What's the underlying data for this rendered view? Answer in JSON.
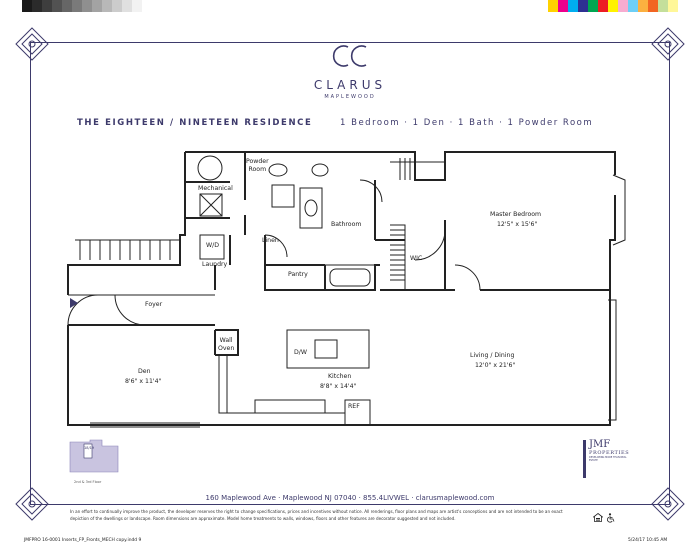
{
  "color_bars": {
    "gray": [
      "#1a1a1a",
      "#2b2b2b",
      "#3e3e3e",
      "#525252",
      "#666666",
      "#7a7a7a",
      "#8f8f8f",
      "#a3a3a3",
      "#b8b8b8",
      "#cccccc",
      "#e0e0e0",
      "#f2f2f2"
    ],
    "color": [
      "#ffd200",
      "#ec008c",
      "#00aeef",
      "#2e3192",
      "#00a651",
      "#ed1c24",
      "#fff200",
      "#f7acd0",
      "#6dcff6",
      "#fbb040",
      "#f26522",
      "#c4df9b",
      "#fff799"
    ]
  },
  "brand": {
    "name": "CLARUS",
    "sub": "MAPLEWOOD"
  },
  "header": {
    "residence": "THE EIGHTEEN / NINETEEN RESIDENCE",
    "units": "1 Bedroom  ·  1 Den  ·  1 Bath  ·  1 Powder Room"
  },
  "rooms": {
    "powder": "Powder\nRoom",
    "mechanical": "Mechanical",
    "wd": "W/D",
    "laundry": "Laundry",
    "linen": "Linen",
    "bathroom": "Bathroom",
    "pantry": "Pantry",
    "wic": "WIC",
    "master_name": "Master Bedroom",
    "master_dim": "12'5\" x 15'6\"",
    "foyer": "Foyer",
    "wall_oven": "Wall\nOven",
    "dw": "D/W",
    "den_name": "Den",
    "den_dim": "8'6\" x 11'4\"",
    "kitchen_name": "Kitchen",
    "kitchen_dim": "8'8\" x 14'4\"",
    "ref": "REF",
    "living_name": "Living / Dining",
    "living_dim": "12'0\" x 21'6\""
  },
  "keyplan": {
    "caption": "2nd & 3rd Floor",
    "unit_label": "18/19"
  },
  "jmf": {
    "mark": "JMF",
    "name": "PROPERTIES",
    "tagline": "DEVELOPING MORE THAN REAL ESTATE"
  },
  "address_line": "160 Maplewood Ave  ·  Maplewood NJ 07040  ·  855.4LIVWEL  ·  clarusmaplewood.com",
  "disclaimer": "In an effort to continually improve the product, the developer reserves the right to change specifications, prices and incentives without notice.  All renderings, floor plans and maps are artist's conceptions and are not intended to be an exact depiction of the dwellings or landscape. Room dimensions are approximate. Model home treatments to walls, windows, floors and other features are decorator suggested and not included.",
  "footer": {
    "file": "JMFPRO 16-0001 Inserts_FP_Fronts_MECH copy.indd   9",
    "date": "5/24/17   10:45 AM"
  }
}
